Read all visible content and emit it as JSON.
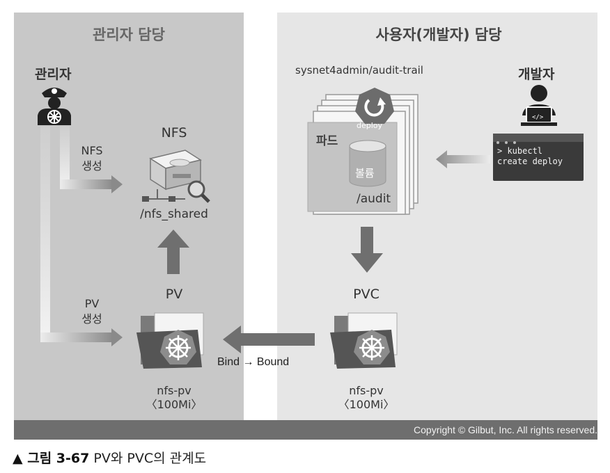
{
  "panels": {
    "admin_title": "관리자 담당",
    "user_title": "사용자(개발자) 담당"
  },
  "admin": {
    "label": "관리자",
    "nfs_create": "NFS\n생성",
    "pv_create": "PV\n생성"
  },
  "nfs": {
    "label": "NFS",
    "path": "/nfs_shared"
  },
  "pv": {
    "label": "PV",
    "name": "nfs-pv",
    "size": "〈100Mi〉"
  },
  "pvc": {
    "label": "PVC",
    "name": "nfs-pv",
    "size": "〈100Mi〉"
  },
  "bind_label": "Bind → Bound",
  "pod": {
    "image": "sysnet4admin/audit-trail",
    "deploy_badge": "deploy",
    "label": "파드",
    "volume": "볼륨",
    "mount": "/audit"
  },
  "developer": {
    "label": "개발자",
    "code_icon": "</>",
    "terminal_line1": "> kubectl",
    "terminal_line2": "create deploy"
  },
  "copyright": "Copyright © Gilbut, Inc. All rights reserved.",
  "caption": {
    "lead": "▲ 그림 3-67",
    "text": " PV와 PVC의 관계도"
  },
  "colors": {
    "left_panel": "#c8c8c8",
    "right_panel": "#e6e6e6",
    "arrow": "#6f6f6f",
    "footer": "#6e6e6e",
    "terminal": "#3a3a3a"
  }
}
